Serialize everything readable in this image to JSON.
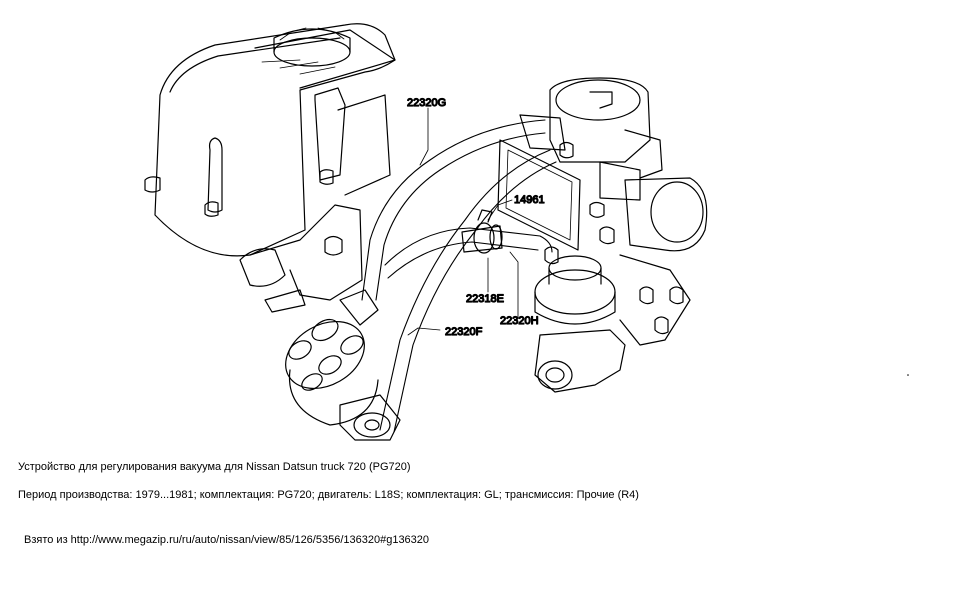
{
  "diagram": {
    "part_labels": {
      "hose_g": "22320G",
      "valve": "14961",
      "clamp": "22318E",
      "hose_h": "22320H",
      "hose_f": "22320F"
    },
    "line_color": "#000000"
  },
  "caption": {
    "title": "Устройство для регулирования вакуума для Nissan Datsun truck 720 (PG720)",
    "period": "Период производства: 1979...1981; комплектация: PG720; двигатель: L18S; комплектация: GL; трансмиссия: Прочие (R4)",
    "source": "Взято из http://www.megazip.ru/ru/auto/nissan/view/85/126/5356/136320#g136320"
  }
}
